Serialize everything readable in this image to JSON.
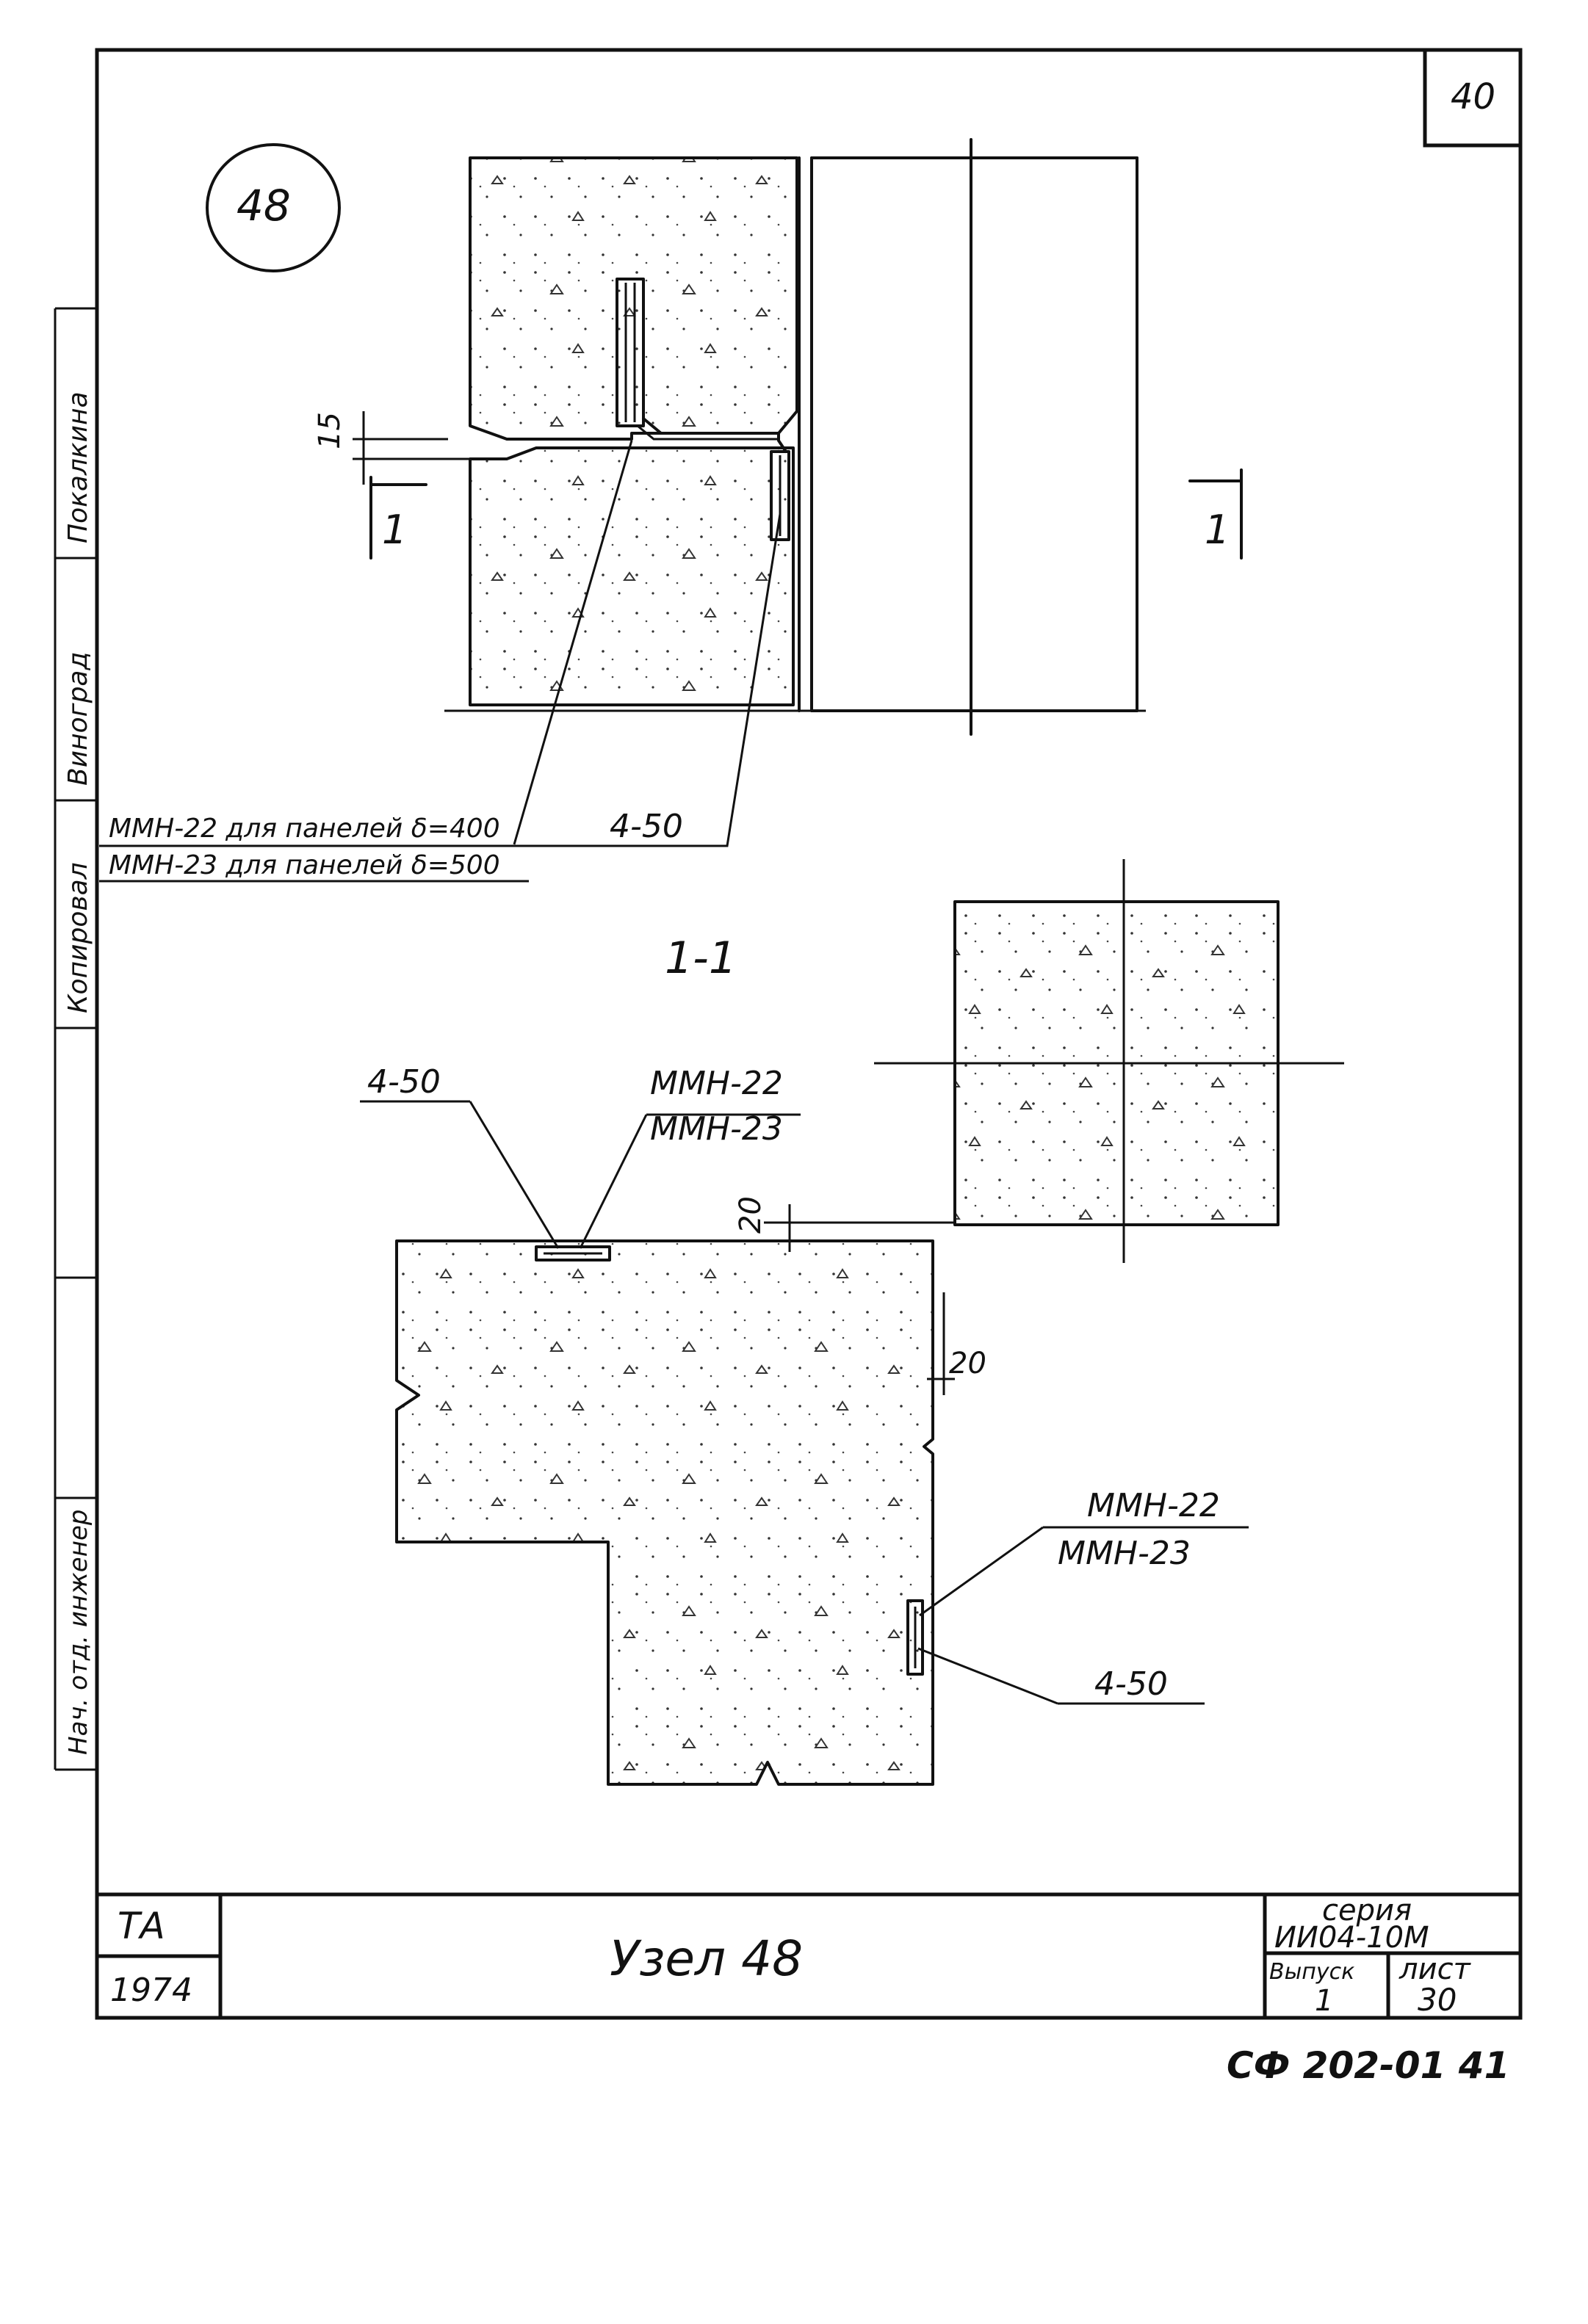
{
  "sheet": {
    "node_number": "48",
    "corner_number": "40",
    "side_stamp": [
      "Нач. отд. инженер",
      "Копировал",
      "Виноград",
      "Покалкина"
    ]
  },
  "labels": {
    "dim_15": "15",
    "cut_mark": "1",
    "callout_panel_22": "ММН-22 для панелей δ=400",
    "callout_panel_23": "ММН-23 для панелей δ=500",
    "callout_4_50_top": "4-50",
    "section_title": "1-1",
    "sec_4_50_a": "4-50",
    "sec_mmn22_a": "ММН-22",
    "sec_mmn23_a": "ММН-23",
    "dim_20_a": "20",
    "dim_20_b": "20",
    "sec_mmn22_b": "ММН-22",
    "sec_mmn23_b": "ММН-23",
    "sec_4_50_b": "4-50"
  },
  "title_block": {
    "org": "ТА",
    "year": "1974",
    "title": "Узел 48",
    "series_label": "серия",
    "series_value": "ИИ04-10М",
    "issue_label": "Выпуск",
    "issue_value": "1",
    "sheet_label": "лист",
    "sheet_value": "30"
  },
  "footer_code": "СФ 202-01 41"
}
